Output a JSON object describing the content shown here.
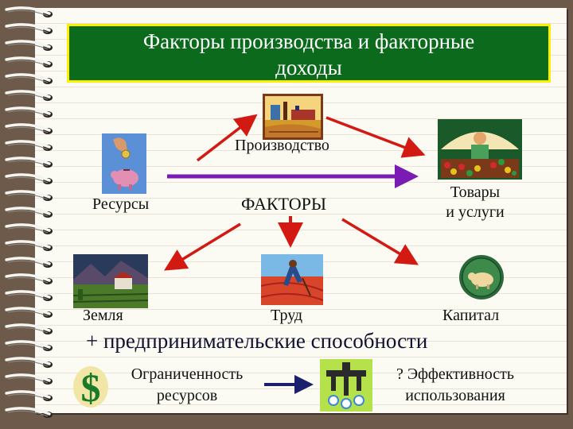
{
  "title": {
    "line1": "Факторы производства и факторные",
    "line2": "доходы"
  },
  "nodes": {
    "production": "Производство",
    "resources": "Ресурсы",
    "factors": "ФАКТОРЫ",
    "goods_line1": "Товары",
    "goods_line2": "и услуги",
    "land": "Земля",
    "labor": "Труд",
    "capital": "Капитал"
  },
  "entrepreneurship": "+ предпринимательские способности",
  "bottom": {
    "limited_line1": "Ограниченность",
    "limited_line2": "ресурсов",
    "efficiency_line1": "? Эффективность",
    "efficiency_line2": "использования"
  },
  "colors": {
    "arrow_red": "#d21a12",
    "arrow_purple": "#7a1bb4",
    "arrow_blue": "#1a1f6e",
    "title_bg": "#0b6a1c",
    "title_border": "#ffee00"
  },
  "icons": [
    "coin-piggy-bank-icon",
    "factory-icon",
    "vendor-market-icon",
    "farmland-icon",
    "worker-field-icon",
    "pig-coin-icon",
    "dollar-sign-icon",
    "water-pipes-icon"
  ]
}
